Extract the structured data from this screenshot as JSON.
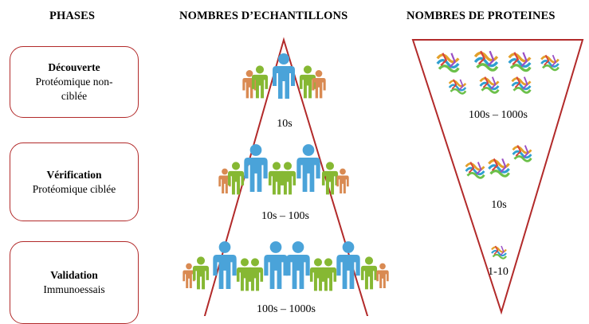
{
  "headers": {
    "phases": "PHASES",
    "samples": "NOMBRES D’ECHANTILLONS",
    "proteins": "NOMBRES DE PROTEINES"
  },
  "phases": [
    {
      "title": "Découverte",
      "subtitle_line1": "Protéomique non-",
      "subtitle_line2": "ciblée"
    },
    {
      "title": "Vérification",
      "subtitle_line1": "Protéomique ciblée",
      "subtitle_line2": ""
    },
    {
      "title": "Validation",
      "subtitle_line1": "Immunoessais",
      "subtitle_line2": ""
    }
  ],
  "sample_counts": [
    "10s",
    "10s – 100s",
    "100s – 1000s"
  ],
  "protein_counts": [
    "100s – 1000s",
    "10s",
    "1-10"
  ],
  "colors": {
    "outline": "#b22a2a",
    "person_blue": "#4aa3d9",
    "person_green": "#86b833",
    "person_orange": "#d98a52"
  },
  "icons": {
    "person": "person-icon",
    "protein": "protein-structure-icon"
  }
}
